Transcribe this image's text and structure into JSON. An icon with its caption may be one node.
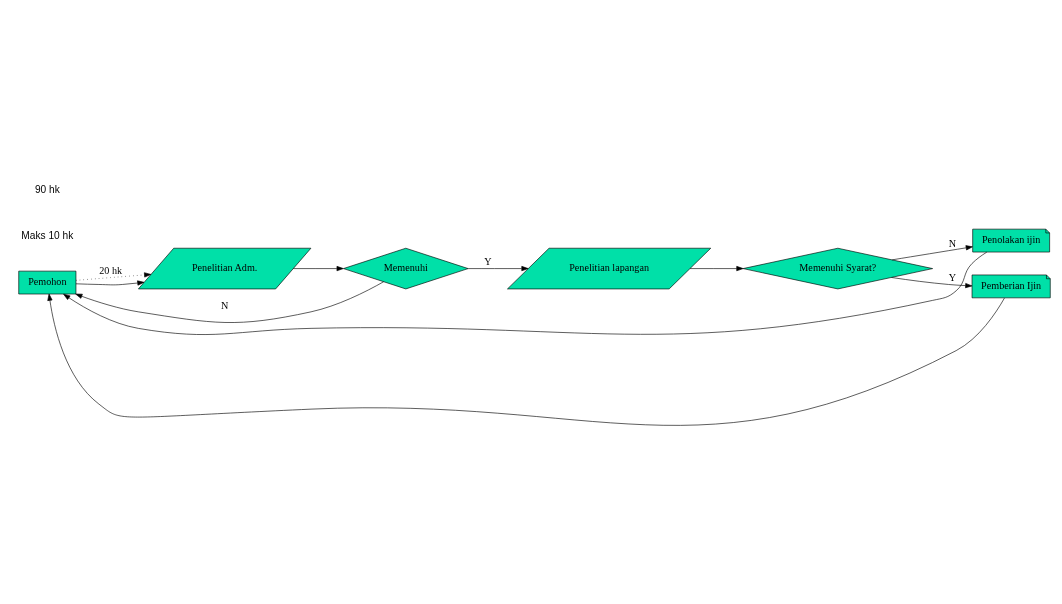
{
  "diagram": {
    "nodes": [
      {
        "text": [
          "Pemohon"
        ]
      },
      {
        "text": [
          "Penelitian Adm."
        ]
      },
      {
        "text": [
          "Memenuhi"
        ]
      },
      {
        "text": [
          "Penelitian lapangan"
        ]
      },
      {
        "text": [
          "Memenuhi Syarat?"
        ]
      },
      {
        "text": [
          "Penolakan ijin"
        ]
      },
      {
        "text": [
          "Pemberian Ijin"
        ]
      }
    ],
    "edges": [
      {
        "from": 0,
        "to": 1,
        "arrow": "to",
        "label": "20 hk",
        "style": "dashed"
      },
      {
        "from": 0,
        "to": 1,
        "arrow": "to"
      },
      {
        "from": 1,
        "to": 2,
        "arrow": "to"
      },
      {
        "from": 2,
        "to": 3,
        "arrow": "to",
        "label": "Y"
      },
      {
        "from": 2,
        "to": 0,
        "arrow": "to",
        "label": "N"
      },
      {
        "from": 3,
        "to": 4,
        "arrow": "to"
      },
      {
        "from": 4,
        "to": 5,
        "arrow": "to",
        "label": "N"
      },
      {
        "from": 5,
        "to": 0,
        "arrow": "to"
      },
      {
        "from": 4,
        "to": 6,
        "arrow": "to",
        "label": "Y"
      },
      {
        "from": 6,
        "to": 0,
        "arrow": "to"
      }
    ],
    "labels": [
      "Maks 10 hk",
      "90 hk"
    ]
  }
}
